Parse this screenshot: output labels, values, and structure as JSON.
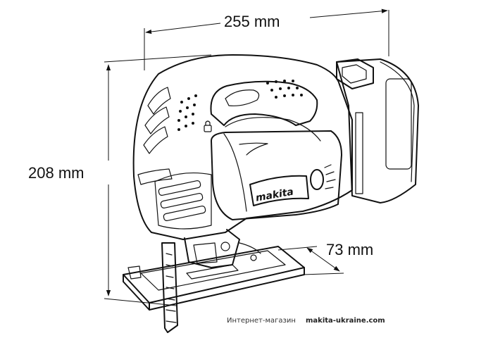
{
  "dimensions": {
    "length": "255 mm",
    "height": "208 mm",
    "base_width": "73 mm"
  },
  "product": {
    "brand_mark": "makita"
  },
  "footer": {
    "shop_label": "Интернет-магазин",
    "site": "makita-ukraine.com"
  }
}
